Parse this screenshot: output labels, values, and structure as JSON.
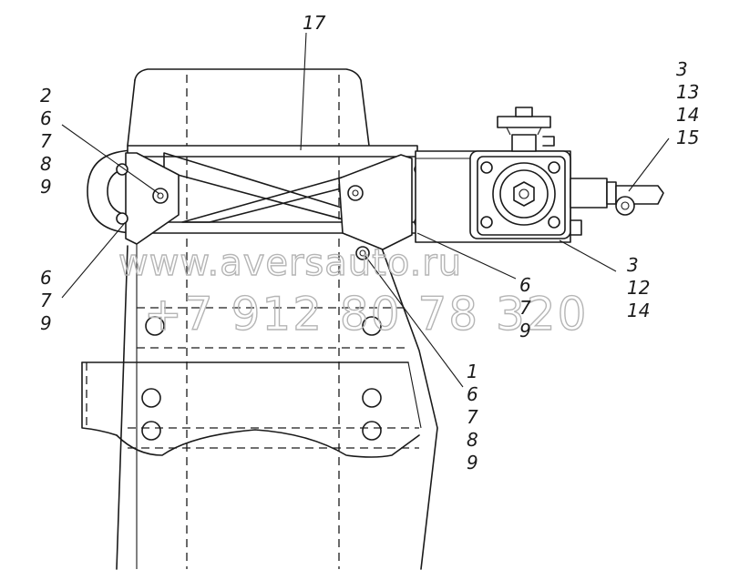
{
  "watermark": {
    "site": "www.aversauto.ru",
    "phone": "+7 912 80 78 320"
  },
  "callouts": {
    "c17": [
      "17"
    ],
    "left_top": [
      "2",
      "6",
      "7",
      "8",
      "9"
    ],
    "left_bottom": [
      "6",
      "7",
      "9"
    ],
    "right_top": [
      "3",
      "13",
      "14",
      "15"
    ],
    "right_mid": [
      "3",
      "12",
      "14"
    ],
    "center_mid": [
      "6",
      "7",
      "9"
    ],
    "center_bottom": [
      "1",
      "6",
      "7",
      "8",
      "9"
    ]
  }
}
